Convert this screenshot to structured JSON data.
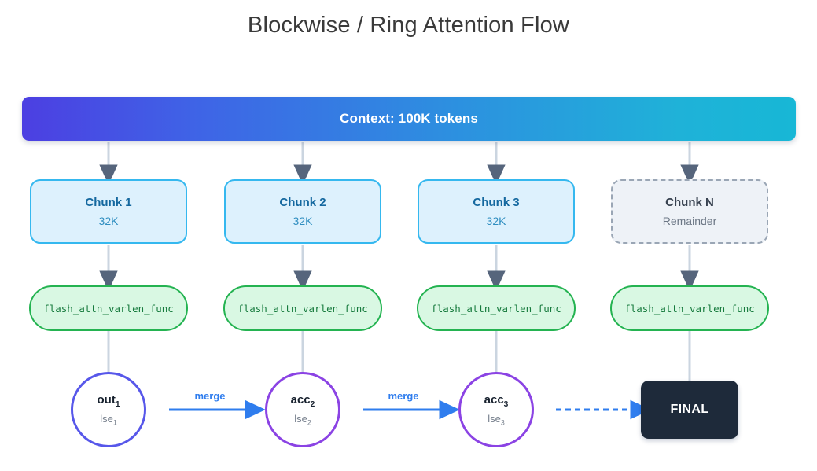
{
  "page": {
    "title": "Blockwise / Ring Attention Flow",
    "background": "#ffffff"
  },
  "banner": {
    "label": "Context: 100K tokens",
    "gradient_from": "#4c3fe2",
    "gradient_to": "#17b7d6"
  },
  "chunks": [
    {
      "title": "Chunk 1",
      "sub": "32K",
      "style": "solid",
      "accent": "#35b8ef"
    },
    {
      "title": "Chunk 2",
      "sub": "32K",
      "style": "solid",
      "accent": "#35b8ef"
    },
    {
      "title": "Chunk 3",
      "sub": "32K",
      "style": "solid",
      "accent": "#35b8ef"
    },
    {
      "title": "Chunk N",
      "sub": "Remainder",
      "style": "dashed",
      "accent": "#9aa6b5"
    }
  ],
  "kernels": [
    {
      "label": "flash_attn_varlen_func"
    },
    {
      "label": "flash_attn_varlen_func"
    },
    {
      "label": "flash_attn_varlen_func"
    },
    {
      "label": "flash_attn_varlen_func"
    }
  ],
  "accumulators": [
    {
      "title": "out",
      "title_sub": "1",
      "lse": "lse",
      "lse_sub": "1",
      "border": "#5757ea"
    },
    {
      "title": "acc",
      "title_sub": "2",
      "lse": "lse",
      "lse_sub": "2",
      "border": "#8b43e4"
    },
    {
      "title": "acc",
      "title_sub": "3",
      "lse": "lse",
      "lse_sub": "3",
      "border": "#8b43e4"
    }
  ],
  "merge_labels": [
    {
      "text": "merge"
    },
    {
      "text": "merge"
    }
  ],
  "final": {
    "label": "FINAL",
    "fill": "#1e2a3a"
  },
  "connectors": {
    "line_color": "#cbd5e0",
    "arrow_color": "#56657c",
    "merge_arrow_color": "#2f7dee"
  }
}
